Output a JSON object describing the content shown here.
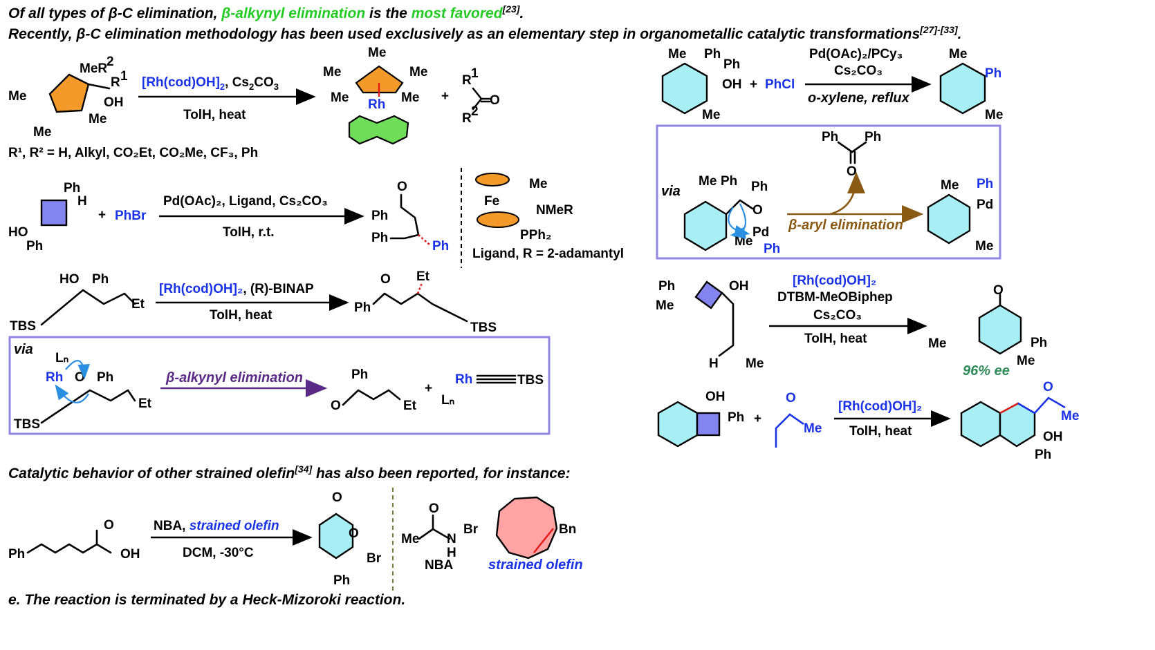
{
  "header": {
    "line1_a": "Of all types of β-C elimination, ",
    "line1_b": "β-alkynyl elimination",
    "line1_c": " is the ",
    "line1_d": "most favored",
    "line1_ref": "[23]",
    "line1_end": ".",
    "line2": "Recently, β-C elimination methodology has been used exclusively as an elementary step in organometallic catalytic transformations",
    "line2_ref": "[27]-[33]",
    "line2_end": "."
  },
  "rxn1": {
    "reagent": "[Rh(cod)OH]",
    "sub2": "2",
    "reagent_b": ", Cs",
    "sub2b": "2",
    "reagent_c": "CO",
    "sub3": "3",
    "condition": "TolH, heat",
    "scope": "R¹, R² = H, Alkyl, CO₂Et, CO₂Me, CF₃, Ph",
    "labels": {
      "me": "Me",
      "mer": "MeR",
      "r1": "1",
      "r2": "2",
      "r": "R",
      "oh": "OH",
      "rh": "Rh",
      "plus": "+",
      "o": "O"
    }
  },
  "rxn2": {
    "reagent": "Pd(OAc)₂, Ligand, Cs₂CO₃",
    "condition": "TolH, r.t.",
    "partner": "PhBr",
    "ligand_caption": "Ligand, R = 2-adamantyl",
    "labels": {
      "ph": "Ph",
      "h": "H",
      "ho": "HO",
      "fe": "Fe",
      "me": "Me",
      "nmer": "NMeR",
      "pph2": "PPh₂",
      "o": "O",
      "plus": "+"
    }
  },
  "rxn3": {
    "reagent_blue": "[Rh(cod)OH]₂",
    "reagent_rest": ", (R)-BINAP",
    "condition": "TolH, heat",
    "labels": {
      "ho": "HO",
      "ph": "Ph",
      "et": "Et",
      "tbs": "TBS",
      "o": "O"
    }
  },
  "via1": {
    "via": "via",
    "elim": "β-alkynyl elimination",
    "labels": {
      "ln": "Lₙ",
      "rh": "Rh",
      "o": "O",
      "ph": "Ph",
      "et": "Et",
      "tbs": "TBS",
      "plus": "+"
    }
  },
  "rxn4": {
    "reagent": "Pd(OAc)₂/PCy₃",
    "reagent2": "Cs₂CO₃",
    "condition": "o-xylene, reflux",
    "partner": "PhCl",
    "labels": {
      "me": "Me",
      "ph": "Ph",
      "oh": "OH",
      "plus": "+"
    }
  },
  "via2": {
    "via": "via",
    "elim": "β-aryl elimination",
    "labels": {
      "ph": "Ph",
      "o": "O",
      "me": "Me",
      "pd": "Pd"
    }
  },
  "rxn5": {
    "reagent": "[Rh(cod)OH]₂",
    "reagent2": "DTBM-MeOBiphep",
    "reagent3": "Cs₂CO₃",
    "condition": "TolH, heat",
    "ee": "96% ee",
    "labels": {
      "ph": "Ph",
      "me": "Me",
      "oh": "OH",
      "h": "H",
      "o": "O"
    }
  },
  "rxn6": {
    "reagent": "[Rh(cod)OH]₂",
    "condition": "TolH, heat",
    "labels": {
      "oh": "OH",
      "ph": "Ph",
      "o": "O",
      "me": "Me",
      "plus": "+"
    }
  },
  "section2": {
    "text": "Catalytic behavior of other strained olefin",
    "ref": "[34]",
    "text_end": " has also been reported, for instance:"
  },
  "rxn7": {
    "reagent_a": "NBA, ",
    "reagent_b": "strained olefin",
    "condition": "DCM, -30°C",
    "nba_caption": "NBA",
    "olefin_caption": "strained olefin",
    "labels": {
      "ph": "Ph",
      "oh": "OH",
      "o": "O",
      "br": "Br",
      "me": "Me",
      "n": "N",
      "h": "H",
      "bn": "Bn"
    }
  },
  "footer": "e. The reaction is terminated by a Heck-Mizoroki reaction.",
  "colors": {
    "blue": "#1a33e6",
    "green": "#22cc22",
    "box": "#8f86e6",
    "purple": "#5b2a86",
    "brown": "#8a5a14",
    "teal": "#2e8b57",
    "orange": "#e8871e",
    "cyan": "#7fe3ee",
    "pink": "#ff8a8a",
    "red": "#e21b1b"
  }
}
